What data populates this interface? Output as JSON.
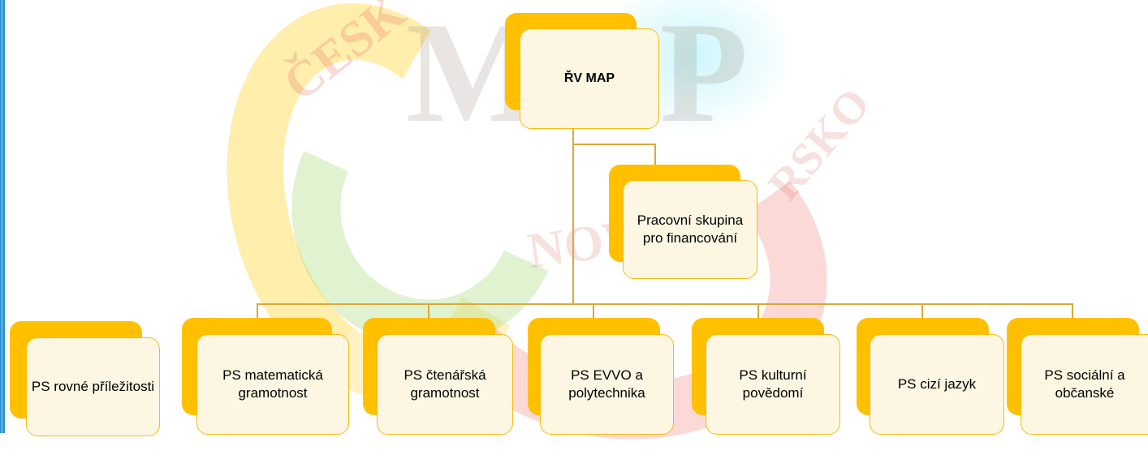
{
  "root": {
    "label": "ŘV MAP"
  },
  "side_node": {
    "label": "Pracovní skupina pro financování"
  },
  "left_node": {
    "label": "PS rovné příležitosti"
  },
  "groups": [
    {
      "label": "PS matematická gramotnost"
    },
    {
      "label": "PS čtenářská gramotnost"
    },
    {
      "label": "PS EVVO a polytechnika"
    },
    {
      "label": "PS kulturní povědomí"
    },
    {
      "label": "PS cizí jazyk"
    },
    {
      "label": "PS sociální a občanské"
    }
  ],
  "watermark": {
    "main": "MAP",
    "arc_top": "ČESK",
    "arc_bottom": "NOV",
    "arc_right": "RSKO"
  },
  "colors": {
    "accent": "#ffc000",
    "node_fill": "#fdf6e2",
    "connector": "#d9a93a",
    "left_bar": "#2c8fd0"
  }
}
